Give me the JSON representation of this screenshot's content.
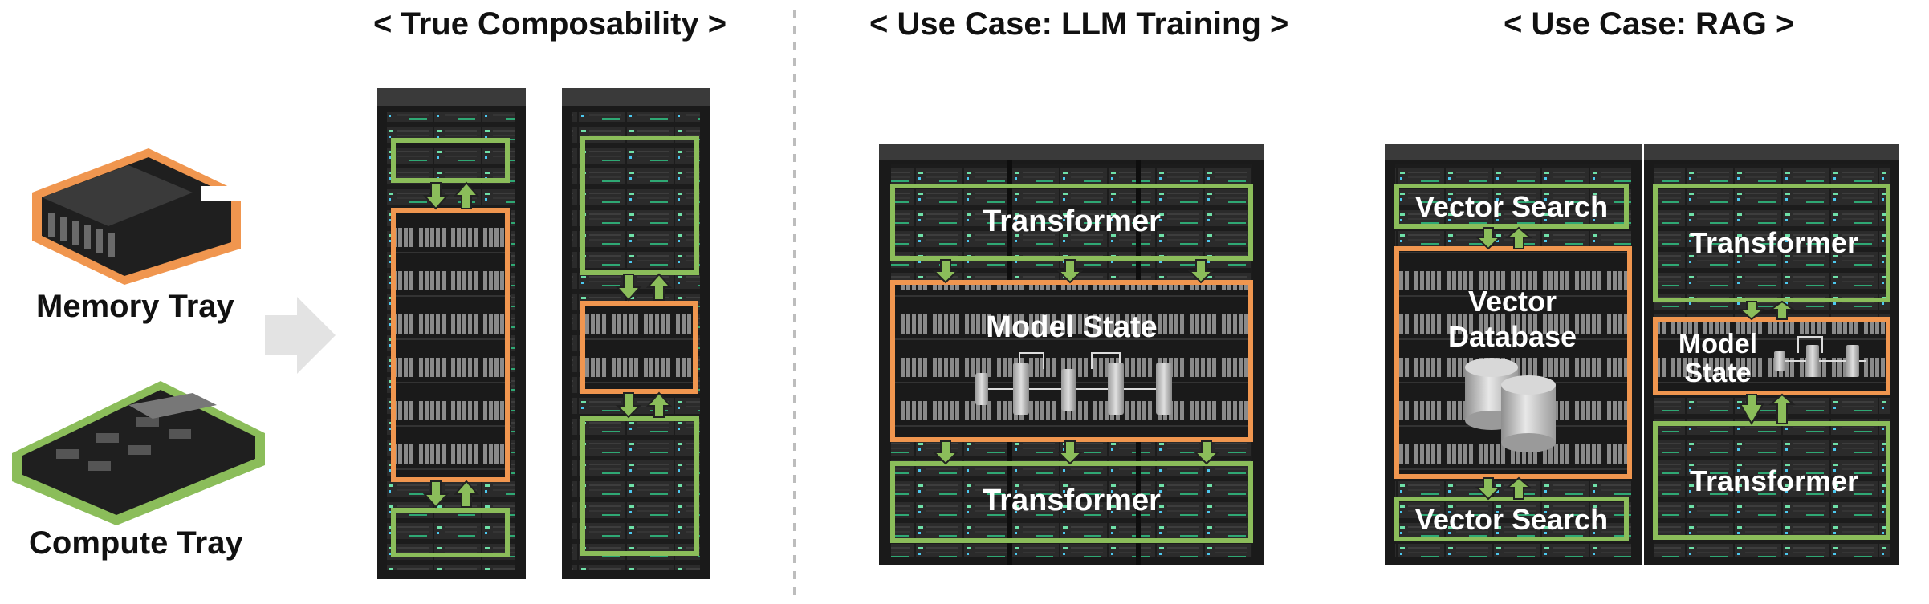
{
  "headers": {
    "composability": "< True Composability >",
    "llm": "< Use Case: LLM Training >",
    "rag": "< Use Case: RAG >"
  },
  "trays": {
    "memory_label": "Memory Tray",
    "compute_label": "Compute Tray"
  },
  "llm": {
    "top_label": "Transformer",
    "middle_label": "Model State",
    "bottom_label": "Transformer"
  },
  "rag": {
    "vector_search_top": "Vector Search",
    "vector_db_line1": "Vector",
    "vector_db_line2": "Database",
    "vector_search_bottom": "Vector Search",
    "transformer_top": "Transformer",
    "model_state_line1": "Model",
    "model_state_line2": "State",
    "transformer_bottom": "Transformer"
  },
  "colors": {
    "memory": "#f0964f",
    "compute": "#8bbd5a",
    "rack": "#1e1e1e",
    "arrow": "#e0e0e0",
    "divider": "#bdbdbd"
  }
}
